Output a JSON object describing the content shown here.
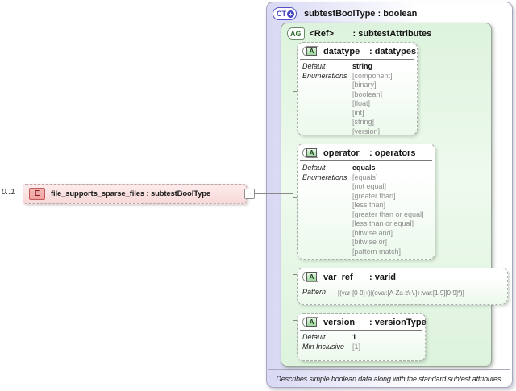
{
  "complex_type": {
    "badge": "CT",
    "expand_glyph": "+",
    "title": "subtestBoolType : boolean",
    "annotation": "Describes simple boolean data along with the standard subtest attributes."
  },
  "attribute_group": {
    "badge": "AG",
    "name": "<Ref>",
    "type": ": subtestAttributes"
  },
  "attributes": [
    {
      "badge": "A",
      "name": "datatype",
      "type": ": datatypes",
      "rows": [
        {
          "label": "Default",
          "value": "string"
        },
        {
          "label": "Enumerations",
          "value": "[component]"
        },
        {
          "label": "",
          "value": "[binary]"
        },
        {
          "label": "",
          "value": "[boolean]"
        },
        {
          "label": "",
          "value": "[float]"
        },
        {
          "label": "",
          "value": "[int]"
        },
        {
          "label": "",
          "value": "[string]"
        },
        {
          "label": "",
          "value": "[version]"
        }
      ]
    },
    {
      "badge": "A",
      "name": "operator",
      "type": ": operators",
      "rows": [
        {
          "label": "Default",
          "value": "equals"
        },
        {
          "label": "Enumerations",
          "value": "[equals]"
        },
        {
          "label": "",
          "value": "[not equal]"
        },
        {
          "label": "",
          "value": "[greater than]"
        },
        {
          "label": "",
          "value": "[less than]"
        },
        {
          "label": "",
          "value": "[greater than or equal]"
        },
        {
          "label": "",
          "value": "[less than or equal]"
        },
        {
          "label": "",
          "value": "[bitwise and]"
        },
        {
          "label": "",
          "value": "[bitwise or]"
        },
        {
          "label": "",
          "value": "[pattern match]"
        }
      ]
    },
    {
      "badge": "A",
      "name": "var_ref",
      "type": ": varid",
      "rows": [
        {
          "label": "Pattern",
          "value": "[(var-[0-9]+)|(oval:[A-Za-z\\-\\.]+:var:[1-9][0-9]*)]"
        }
      ]
    },
    {
      "badge": "A",
      "name": "version",
      "type": ": versionType",
      "rows": [
        {
          "label": "Default",
          "value": "1"
        },
        {
          "label": "Min Inclusive",
          "value": "[1]"
        }
      ]
    }
  ],
  "element": {
    "badge": "E",
    "occurrence": "0..1",
    "label": "file_supports_sparse_files : subtestBoolType"
  },
  "connector": {
    "collapse_glyph": "−"
  },
  "colors": {
    "accent_blue": "#4646c2",
    "accent_green": "#2f6b2f",
    "accent_red": "#c25a5a",
    "lavender_fill": "#d8d8f4",
    "green_fill": "#ddf3dd",
    "pink_fill": "#f8d8d8"
  }
}
